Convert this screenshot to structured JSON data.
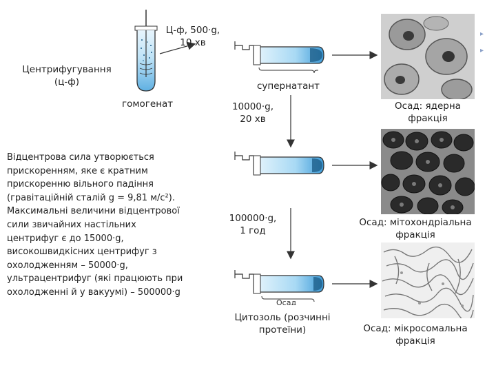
{
  "labels": {
    "centrifugation": [
      "Центрифугування",
      "(ц-ф)"
    ],
    "spin1": [
      "Ц-ф, 500·g,",
      "10 хв"
    ],
    "homogenate": "гомогенат",
    "supernatant": "супернатант",
    "spin2": [
      "10000·g,",
      "20 хв"
    ],
    "spin3": [
      "100000·g,",
      "1 год"
    ],
    "cytosol": [
      "Цитозоль (розчинні",
      "протеїни)"
    ],
    "cut_label": "Осад",
    "pellet1": [
      "Осад: ядерна",
      "фракція"
    ],
    "pellet2": [
      "Осад: мітохондріальна",
      "фракція"
    ],
    "pellet3": [
      "Осад: мікросомальна",
      "фракція"
    ]
  },
  "body_text": [
    "Відцентрова сила утворюється",
    "прискоренням, яке є кратним",
    "прискоренню вільного падіння",
    "(гравітаційній сталій g = 9,81 м/с²).",
    "Максимальні величини відцентрової",
    "сили звичайних настільних",
    "центрифуг є до 15000·g,",
    "високошвидкісних центрифуг з",
    "охолодженням – 50000·g,",
    "ультрацентрифуг (які працюють при",
    "охолодженні й у вакуумі) – 500000·g"
  ],
  "colors": {
    "liquid": "#3d9bd8",
    "liquid_light": "#bfe3f7",
    "outline": "#333333",
    "pellet": "#1e5f8a"
  }
}
